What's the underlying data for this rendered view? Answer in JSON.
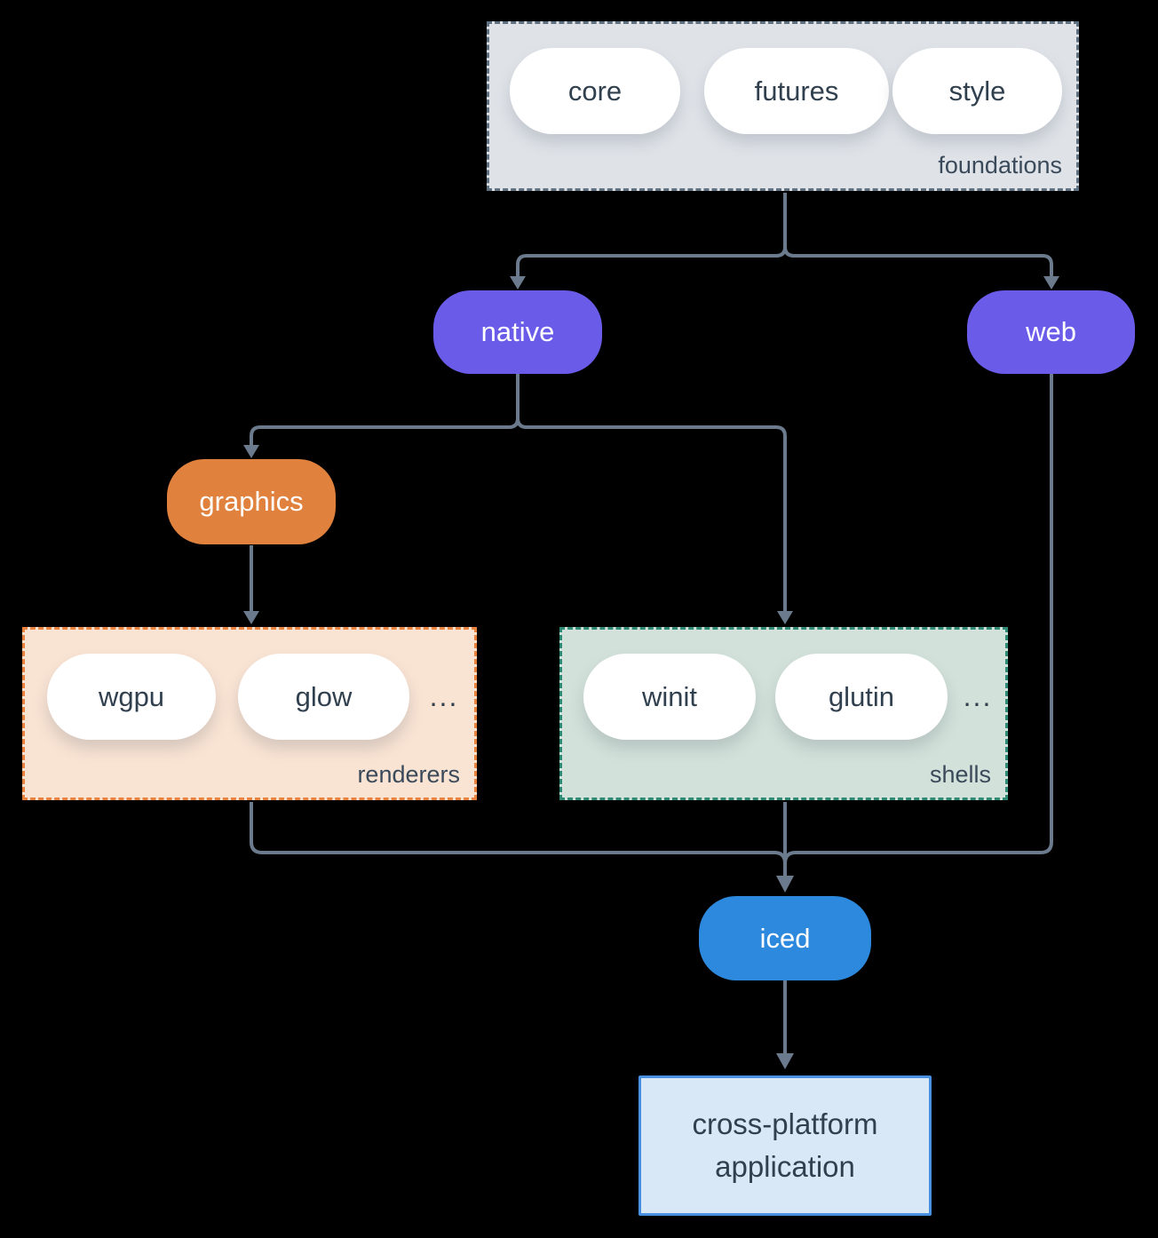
{
  "colors": {
    "background": "#000000",
    "line": "#6b7a8d",
    "text_dark": "#31404f",
    "text_light": "#ffffff",
    "purple": "#6a5ce8",
    "orange": "#e0813d",
    "blue": "#2c89dd",
    "foundations_fill": "#dfe3e8",
    "foundations_border": "#5f7080",
    "renderers_fill": "#f9e3d3",
    "renderers_border": "#e8823c",
    "shells_fill": "#d2e1da",
    "shells_border": "#2e8a74",
    "app_fill": "#d9e8f7",
    "app_border": "#4a90e2"
  },
  "groups": {
    "foundations": {
      "label": "foundations",
      "items": [
        "core",
        "futures",
        "style"
      ]
    },
    "renderers": {
      "label": "renderers",
      "items": [
        "wgpu",
        "glow"
      ],
      "ellipsis": "..."
    },
    "shells": {
      "label": "shells",
      "items": [
        "winit",
        "glutin"
      ],
      "ellipsis": "..."
    }
  },
  "nodes": {
    "native": "native",
    "web": "web",
    "graphics": "graphics",
    "iced": "iced",
    "application": {
      "line1": "cross-platform",
      "line2": "application"
    }
  }
}
